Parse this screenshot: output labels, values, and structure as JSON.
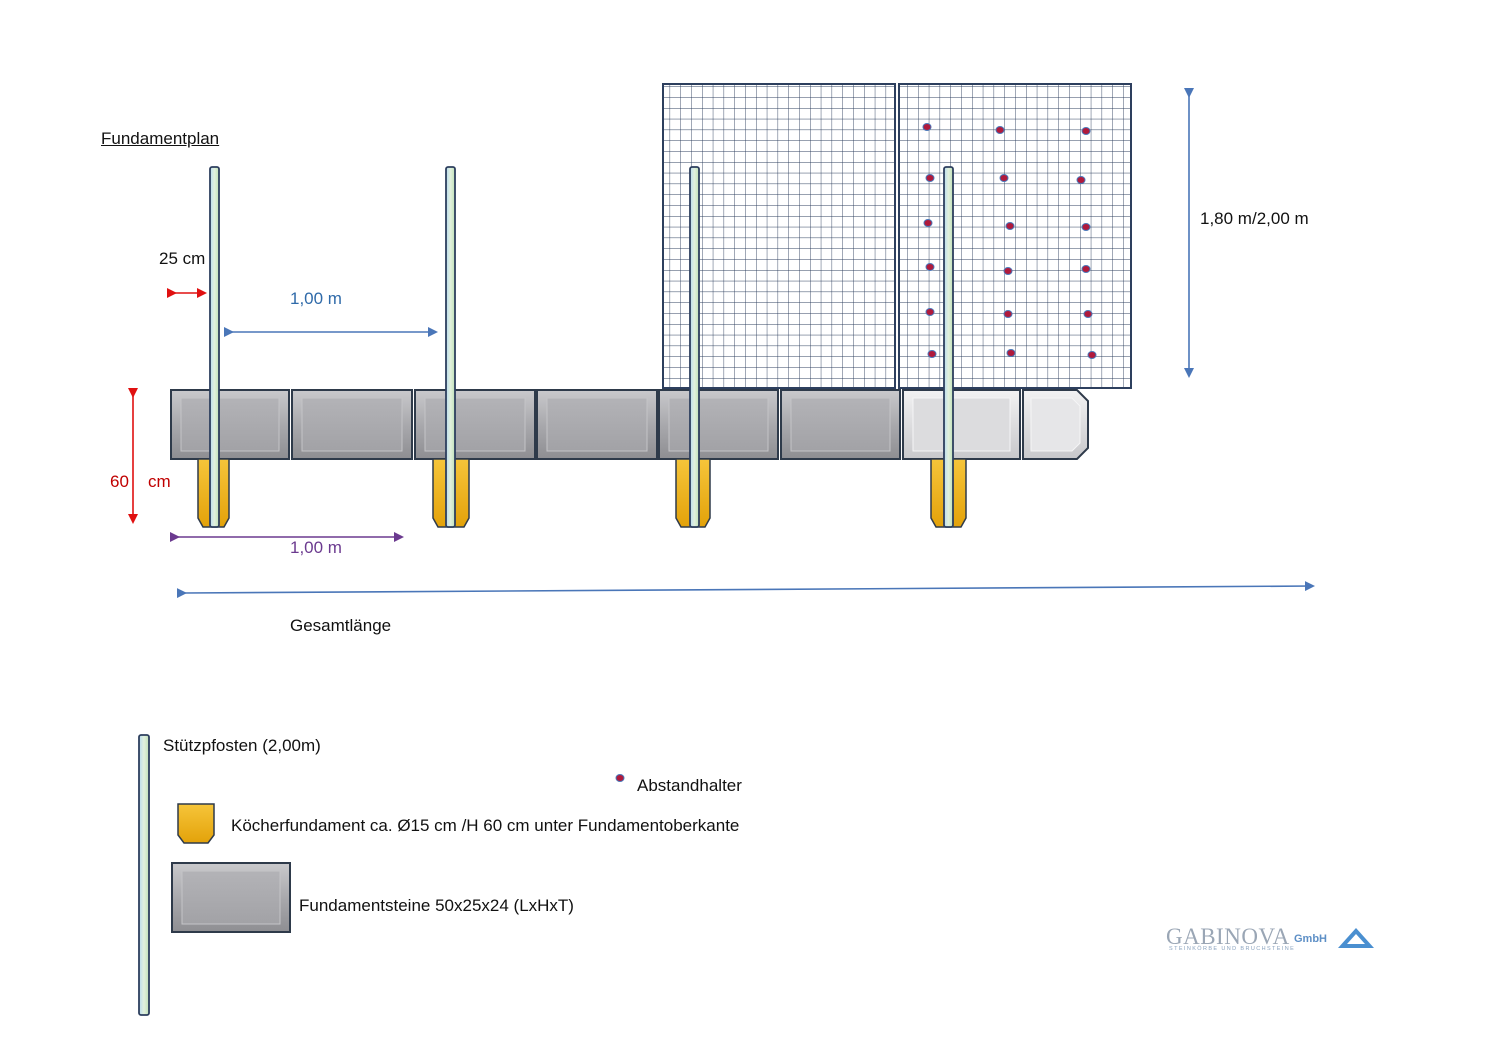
{
  "title": "Fundamentplan",
  "dimensions": {
    "post_offset": "25 cm",
    "post_spacing": "1,00 m",
    "fence_height": "1,80 m/2,00 m",
    "depth_value": "60",
    "depth_unit": "cm",
    "stone_length": "1,00 m",
    "total_length": "Gesamtlänge"
  },
  "legend": {
    "post": "Stützpfosten (2,00m)",
    "spacer": "Abstandhalter",
    "socket": "Köcherfundament  ca. Ø15 cm /H 60 cm unter Fundamentoberkante",
    "stones": "Fundamentsteine 50x25x24 (LxHxT)"
  },
  "logo": {
    "name": "GABINOVA",
    "suffix": "GmbH",
    "tagline": "STEINKÖRBE UND BRUCHSTEINE"
  },
  "colors": {
    "blue_arrow": "#4a76b8",
    "red_arrow": "#e01010",
    "purple_arrow": "#6b3a8f",
    "post_fill": "#d7ead2",
    "socket_fill": "#f3b412",
    "spacer_dot": "#b01a3c",
    "stone_edge": "#2e3a4a"
  }
}
